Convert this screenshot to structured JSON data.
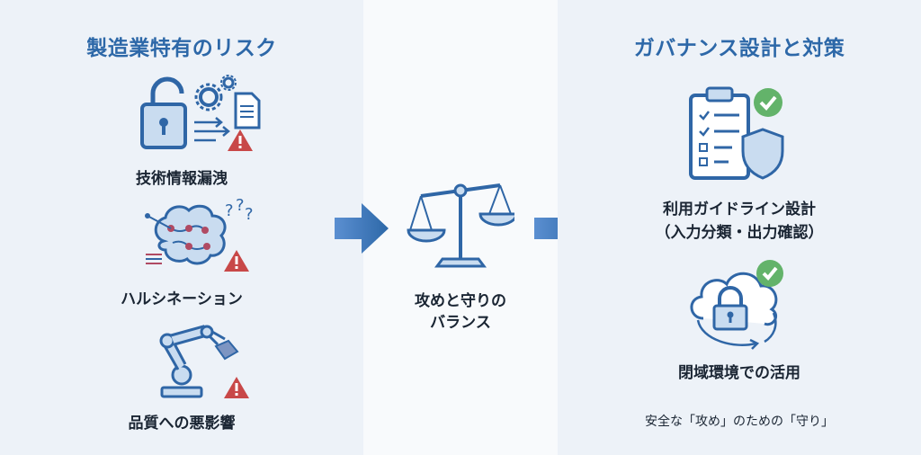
{
  "left": {
    "title": "製造業特有のリスク",
    "items": [
      {
        "label": "技術情報漏洩"
      },
      {
        "label": "ハルシネーション"
      },
      {
        "label": "品質への悪影響"
      }
    ]
  },
  "center": {
    "label_line1": "攻めと守りの",
    "label_line2": "バランス"
  },
  "right": {
    "title": "ガバナンス設計と対策",
    "items": [
      {
        "label_line1": "利用ガイドライン設計",
        "label_line2": "（入力分類・出力確認）"
      },
      {
        "label_line1": "閉域環境での活用"
      }
    ],
    "caption": "安全な「攻め」のための「守り」"
  },
  "colors": {
    "accent": "#2d68a8",
    "icon_blue": "#2f66a6",
    "icon_fill": "#c9dcf0",
    "warning": "#c84848",
    "check": "#63b36a"
  }
}
